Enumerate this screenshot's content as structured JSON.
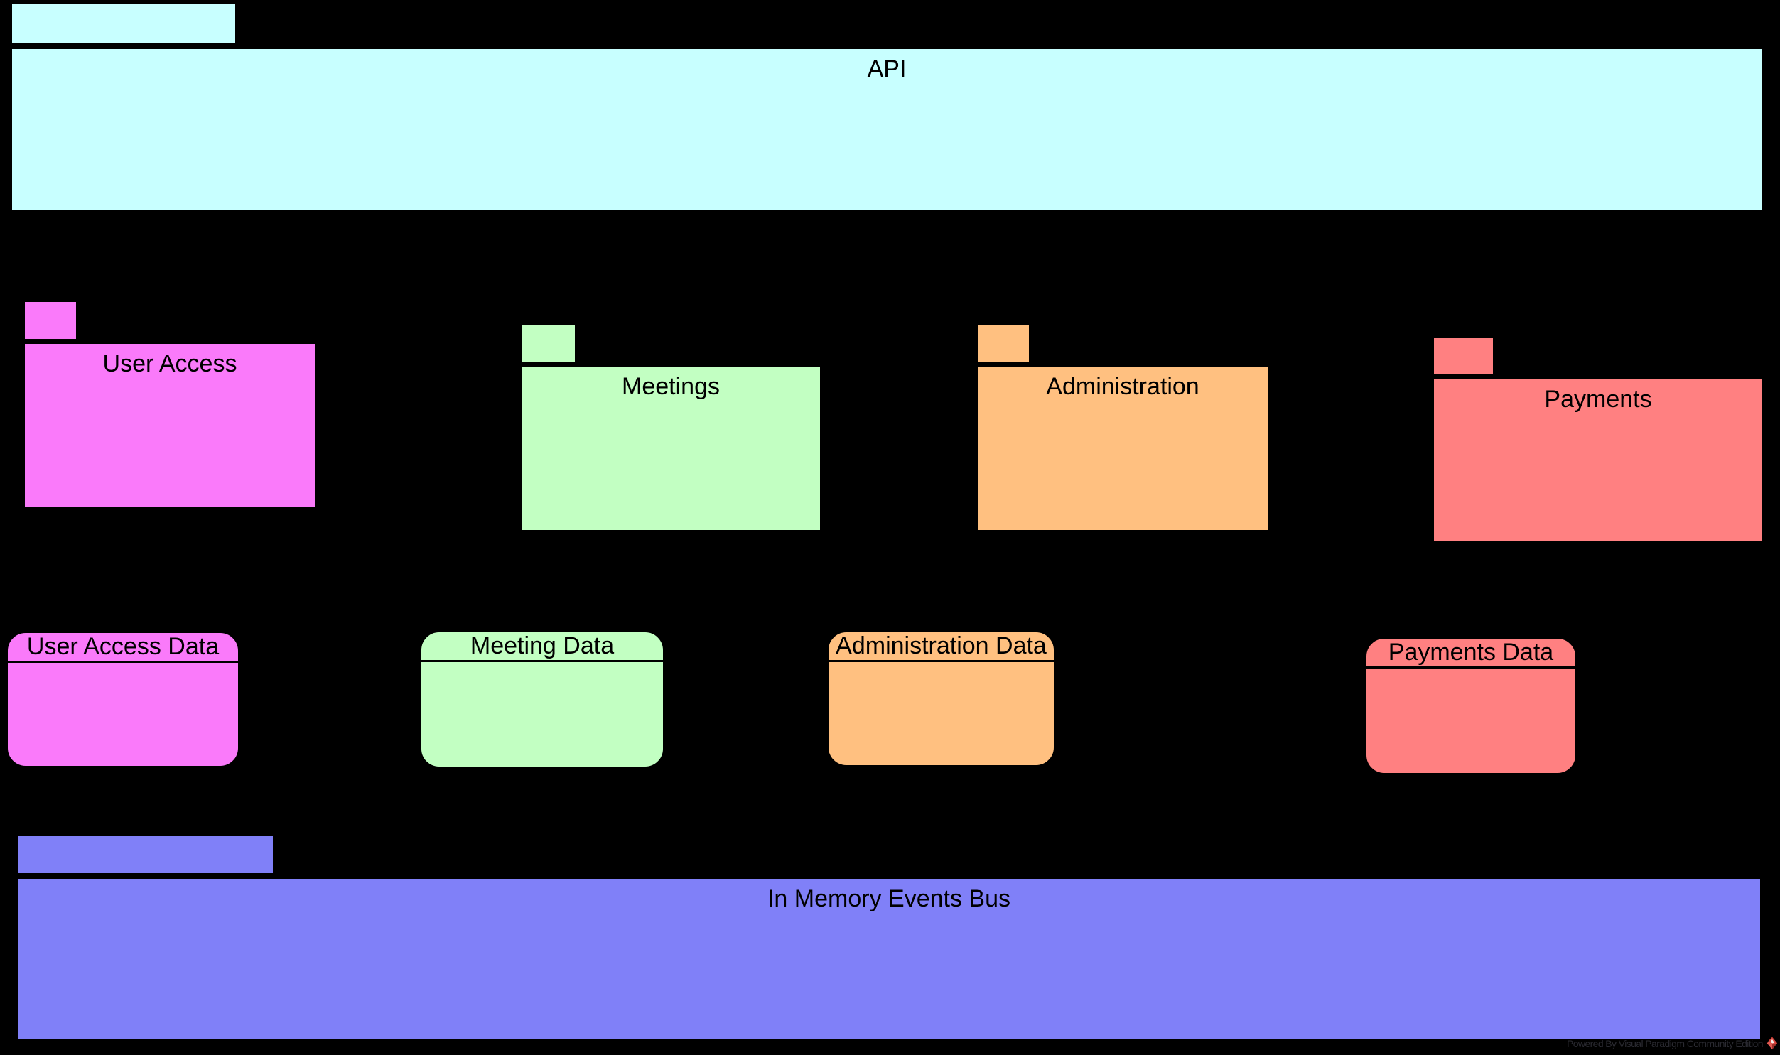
{
  "diagram": {
    "background_color": "#000000",
    "packages": [
      {
        "label": "API",
        "color": "#c8ffff"
      },
      {
        "label": "User Access",
        "color": "#fa7afa"
      },
      {
        "label": "Meetings",
        "color": "#c2ffc2"
      },
      {
        "label": "Administration",
        "color": "#ffc080"
      },
      {
        "label": "Payments",
        "color": "#ff8081"
      },
      {
        "label": "In Memory Events Bus",
        "color": "#8080f8"
      }
    ],
    "data_stores": [
      {
        "label": "User Access Data",
        "color": "#fa7afa"
      },
      {
        "label": "Meeting Data",
        "color": "#c2ffc2"
      },
      {
        "label": "Administration Data",
        "color": "#ffc080"
      },
      {
        "label": "Payments Data",
        "color": "#ff8081"
      }
    ],
    "watermark": {
      "text": "Powered By Visual Paradigm Community Edition",
      "text_color": "#2a2a31",
      "logo": "visual-paradigm-diamond-icon",
      "logo_color_main": "#d8453e",
      "logo_color_dark": "#9e2f2a"
    }
  }
}
